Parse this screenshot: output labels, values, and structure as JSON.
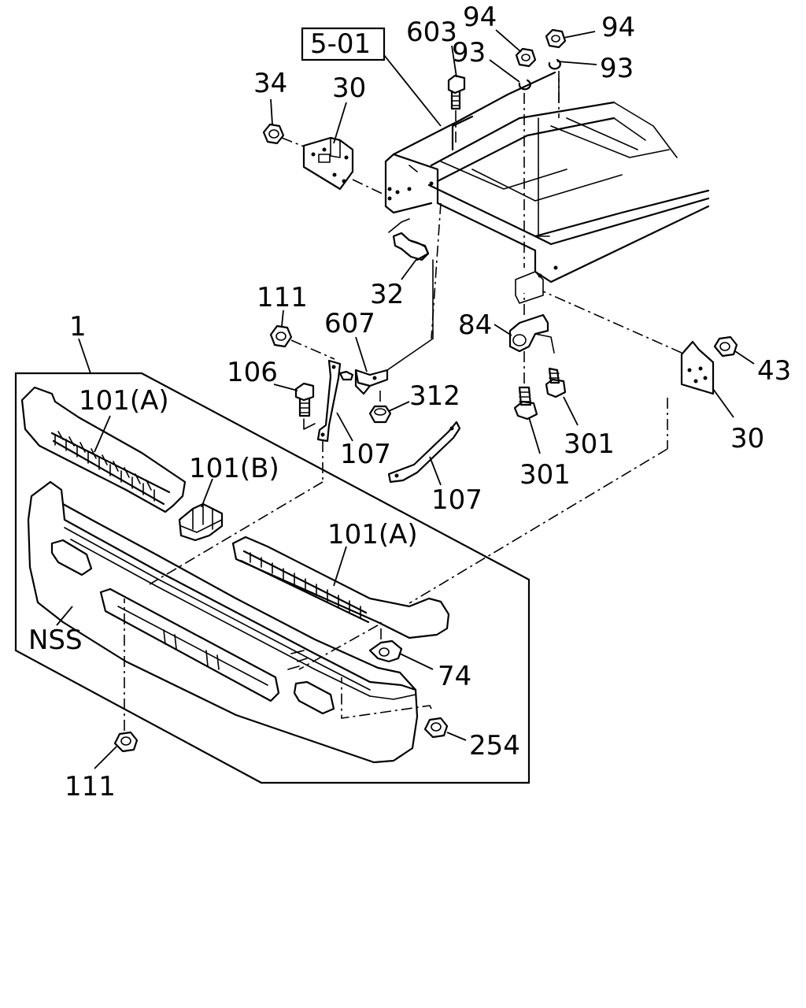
{
  "reference_box": "5-01",
  "callouts": {
    "c34": "34",
    "c30_top": "30",
    "c603": "603",
    "c94_left": "94",
    "c93_left": "93",
    "c94_right": "94",
    "c93_right": "93",
    "c32": "32",
    "c111_top": "111",
    "c607": "607",
    "c84": "84",
    "c43": "43",
    "c1": "1",
    "c106": "106",
    "c312": "312",
    "c101a_top": "101(A)",
    "c101b": "101(B)",
    "c107_a": "107",
    "c107_b": "107",
    "c301_a": "301",
    "c301_b": "301",
    "c30_right": "30",
    "c101a_mid": "101(A)",
    "c nss": "NSS",
    "c74": "74",
    "c254": "254",
    "c111_bottom": "111"
  }
}
